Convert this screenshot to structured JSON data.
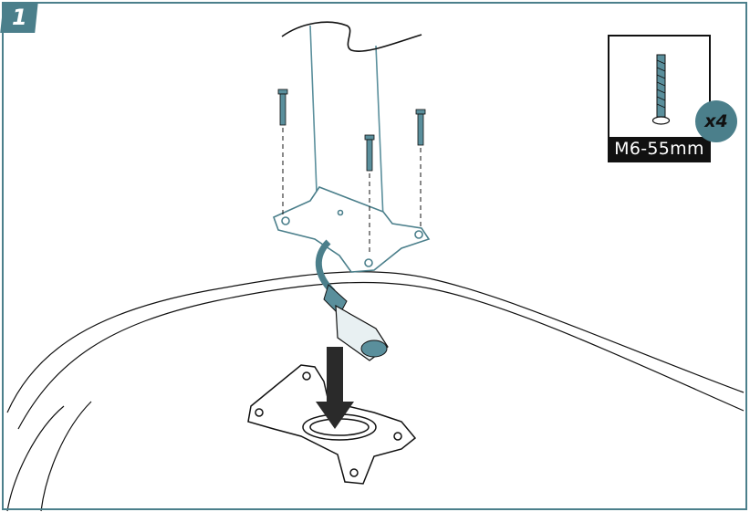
{
  "step": {
    "number": "1"
  },
  "parts": {
    "screw_label": "M6-55mm",
    "quantity": "x4"
  },
  "colors": {
    "accent": "#4b7f8b",
    "pole": "#5a8f9c",
    "line": "#111111"
  },
  "icons": [
    "screw-icon",
    "down-arrow-icon",
    "connector-icon"
  ]
}
